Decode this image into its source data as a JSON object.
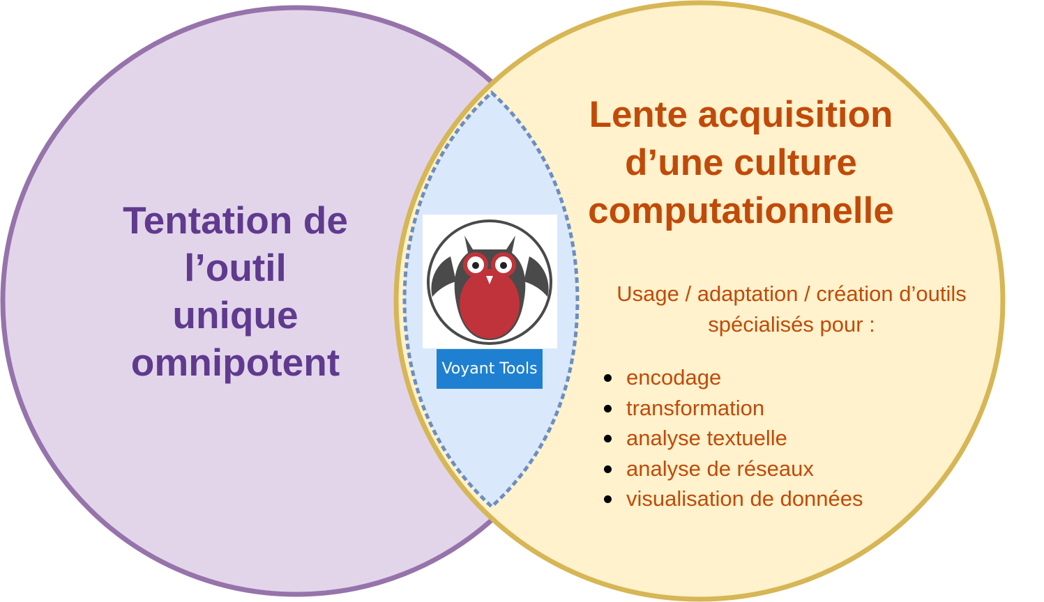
{
  "colors": {
    "left_fill": "#e2d5ea",
    "left_stroke": "#9673aa",
    "left_text": "#5f3a8e",
    "right_fill": "#fff2cc",
    "right_stroke": "#d6b655",
    "right_text": "#c14a09",
    "overlap_fill": "#dae8fc",
    "overlap_stroke": "#6c8ebf",
    "logo_label_bg": "#1f80d1",
    "owl_body": "#c0333a",
    "owl_dark": "#4a4a4a"
  },
  "left": {
    "title_lines": [
      "Tentation de",
      "l’outil",
      "unique",
      "omnipotent"
    ]
  },
  "right": {
    "title_lines": [
      "Lente acquisition",
      "d’une culture",
      "computationnelle"
    ],
    "usage_lines": [
      "Usage / adaptation / création d’outils",
      "spécialisés pour :"
    ],
    "uses": [
      "encodage",
      "transformation",
      "analyse textuelle",
      "analyse de réseaux",
      "visualisation de données"
    ]
  },
  "overlap": {
    "logo_icon": "owl-logo-icon",
    "logo_label": "Voyant Tools"
  }
}
